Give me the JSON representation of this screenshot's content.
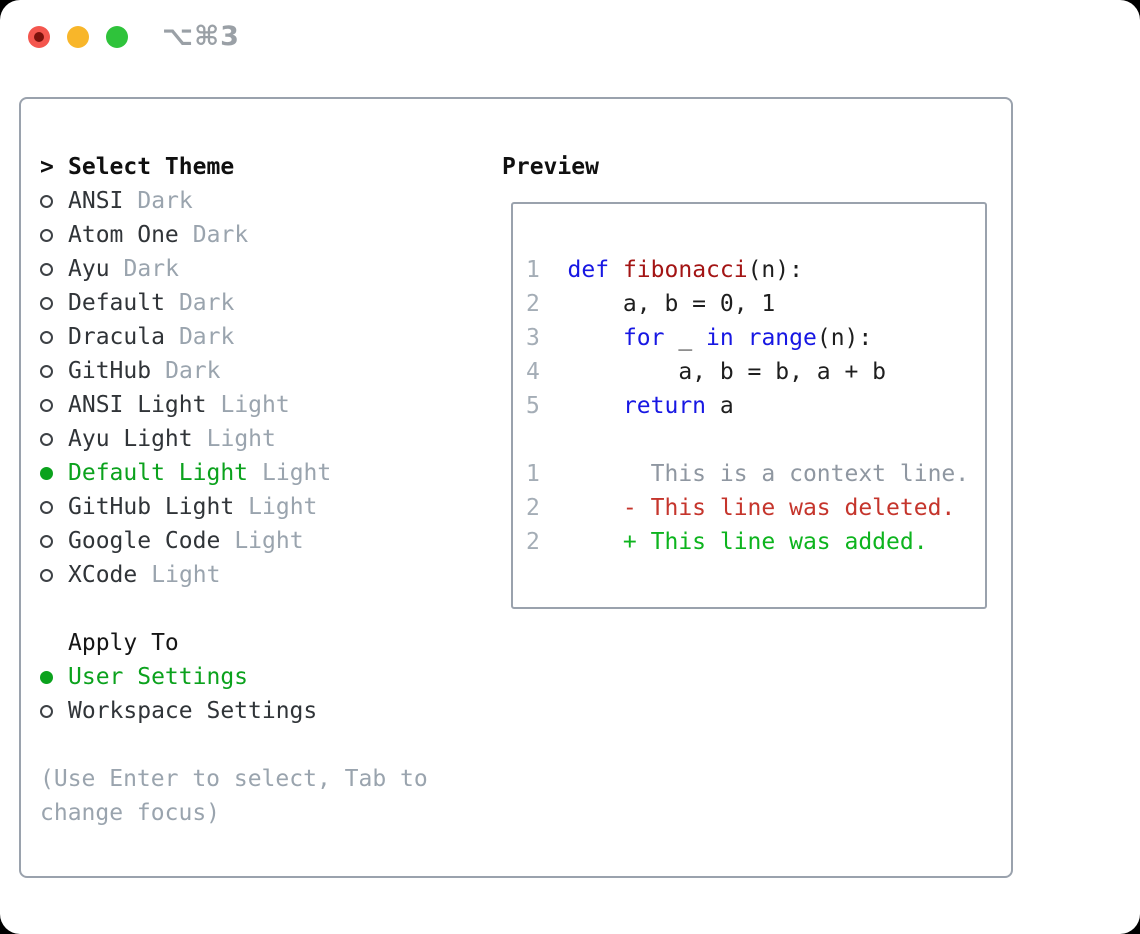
{
  "titlebar": {
    "shortcut": "⌥⌘3"
  },
  "panel": {
    "select_theme": {
      "marker": ">",
      "label": "Select Theme"
    },
    "themes": [
      {
        "name": "ANSI",
        "variant": "Dark",
        "selected": false
      },
      {
        "name": "Atom One",
        "variant": "Dark",
        "selected": false
      },
      {
        "name": "Ayu",
        "variant": "Dark",
        "selected": false
      },
      {
        "name": "Default",
        "variant": "Dark",
        "selected": false
      },
      {
        "name": "Dracula",
        "variant": "Dark",
        "selected": false
      },
      {
        "name": "GitHub",
        "variant": "Dark",
        "selected": false
      },
      {
        "name": "ANSI Light",
        "variant": "Light",
        "selected": false
      },
      {
        "name": "Ayu Light",
        "variant": "Light",
        "selected": false
      },
      {
        "name": "Default Light",
        "variant": "Light",
        "selected": true
      },
      {
        "name": "GitHub Light",
        "variant": "Light",
        "selected": false
      },
      {
        "name": "Google Code",
        "variant": "Light",
        "selected": false
      },
      {
        "name": "XCode",
        "variant": "Light",
        "selected": false
      }
    ],
    "apply_to": {
      "label": "Apply To",
      "options": [
        {
          "label": "User Settings",
          "selected": true
        },
        {
          "label": "Workspace Settings",
          "selected": false
        }
      ]
    },
    "help_lines": [
      "(Use Enter to select, Tab to",
      "change focus)"
    ]
  },
  "preview": {
    "title": "Preview",
    "lines": [
      {
        "no": "1",
        "segments": [
          {
            "text": "def",
            "style": "keyword"
          },
          {
            "text": " "
          },
          {
            "text": "fibonacci",
            "style": "function"
          },
          {
            "text": "(n):"
          }
        ]
      },
      {
        "no": "2",
        "segments": [
          {
            "text": "    a, b = 0, 1"
          }
        ]
      },
      {
        "no": "3",
        "segments": [
          {
            "text": "    "
          },
          {
            "text": "for",
            "style": "keyword"
          },
          {
            "text": " _ "
          },
          {
            "text": "in",
            "style": "keyword"
          },
          {
            "text": " "
          },
          {
            "text": "range",
            "style": "keyword"
          },
          {
            "text": "(n):"
          }
        ]
      },
      {
        "no": "4",
        "segments": [
          {
            "text": "        a, b = b, a + b"
          }
        ]
      },
      {
        "no": "5",
        "segments": [
          {
            "text": "    "
          },
          {
            "text": "return",
            "style": "keyword"
          },
          {
            "text": " a"
          }
        ]
      },
      {
        "no": "",
        "segments": []
      },
      {
        "no": "1",
        "segments": [
          {
            "text": "      This is a context line.",
            "style": "context"
          }
        ]
      },
      {
        "no": "2",
        "segments": [
          {
            "text": "    - This line was deleted.",
            "style": "deleted"
          }
        ]
      },
      {
        "no": "2",
        "segments": [
          {
            "text": "    + This line was added.",
            "style": "added"
          }
        ]
      }
    ]
  },
  "colors": {
    "selection_green": "#0ba21d",
    "keyword_blue": "#1717e3",
    "function_red": "#a31414",
    "code_text": "#1e1e1e",
    "context_gray": "#8f97a1",
    "deleted_red": "#c5352c",
    "added_green": "#0db41e",
    "muted_gray": "#9aa4ae",
    "line_number_gray": "#a4adb6",
    "border_gray": "#9aa2ad",
    "traffic_red": "#f4564e",
    "traffic_red_dot": "#7c120c",
    "traffic_yellow": "#f8b62a",
    "traffic_green": "#2fc33b",
    "titlebar_gray": "#9aa0a6"
  }
}
